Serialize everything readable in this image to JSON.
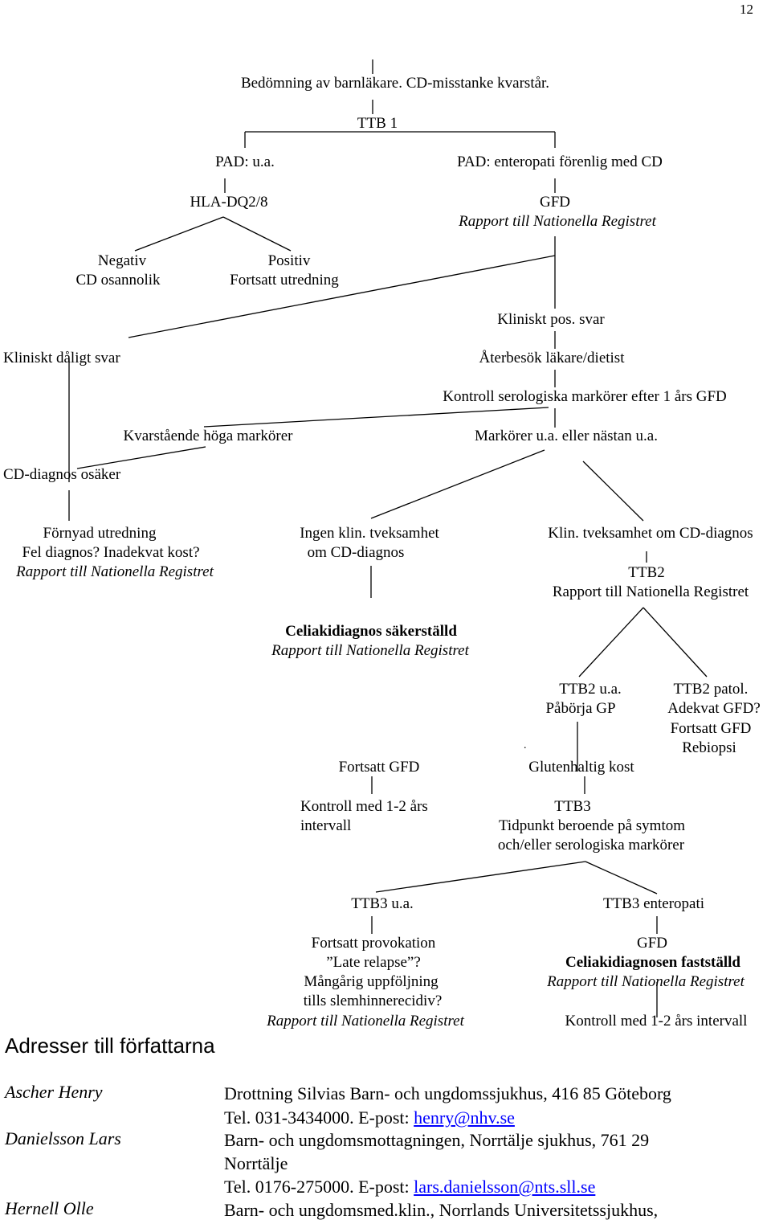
{
  "page_number": "12",
  "flow": {
    "bedomning": "Bedömning av barnläkare. CD-misstanke kvarstår.",
    "ttb1": "TTB 1",
    "pad_ua": "PAD: u.a.",
    "pad_enteropati": "PAD: enteropati förenlig med CD",
    "hla": "HLA-DQ2/8",
    "gfd1": "GFD",
    "rapport1": "Rapport till Nationella Registret",
    "negativ": "Negativ",
    "cd_osannolik": "CD osannolik",
    "positiv": "Positiv",
    "fortsatt_utredning": "Fortsatt utredning",
    "kliniskt_pos": "Kliniskt pos. svar",
    "kliniskt_daligt": "Kliniskt dåligt svar",
    "aterbesok": "Återbesök läkare/dietist",
    "kontroll_serologiska": "Kontroll serologiska markörer efter 1 års GFD",
    "kvarstaende": "Kvarstående höga markörer",
    "markorer_ua": "Markörer u.a. eller nästan u.a.",
    "cd_osaker": "CD-diagnos osäker",
    "fornyad": "Förnyad utredning",
    "fel_diagnos": "Fel diagnos? Inadekvat kost?",
    "rapport2": "Rapport till Nationella Registret",
    "ingen_klin": "Ingen klin. tveksamhet",
    "om_cd": "om CD-diagnos",
    "klin_tveksamhet": "Klin. tveksamhet om  CD-diagnos",
    "ttb2": "TTB2",
    "rapport3": "Rapport till Nationella Registret",
    "celiaki_sakerstalld": "Celiakidiagnos säkerställd",
    "rapport4": "Rapport till Nationella Registret",
    "ttb2_ua": "TTB2 u.a.",
    "paborja_gp": "Påbörja GP",
    "ttb2_patol": "TTB2 patol.",
    "adekvat_gfd": "Adekvat GFD?",
    "fortsatt_gfd2": "Fortsatt GFD",
    "rebiopsi": "Rebiopsi",
    "dot": ".",
    "fortsatt_gfd": "Fortsatt GFD",
    "glutenhaltig": "Glutenhaltig kost",
    "kontroll_12": "Kontroll med 1-2 års",
    "intervall": "intervall",
    "ttb3": "TTB3",
    "tidpunkt": "Tidpunkt beroende på symtom",
    "och_eller": "och/eller serologiska markörer",
    "ttb3_ua": "TTB3 u.a.",
    "ttb3_enteropati": "TTB3 enteropati",
    "fortsatt_provokation": "Fortsatt provokation",
    "late_relapse": "”Late relapse”?",
    "mangarig": "Mångårig uppföljning",
    "tills": "tills slemhinnerecidiv?",
    "rapport5": "Rapport till Nationella Registret",
    "gfd3": "GFD",
    "celiaki_faststalld": "Celiakidiagnosen fastställd",
    "rapport6": "Rapport till Nationella Registret",
    "kontroll_final": "Kontroll med 1-2 års intervall"
  },
  "authors_heading": "Adresser till författarna",
  "authors": [
    {
      "name": "Ascher Henry",
      "line1": "Drottning Silvias Barn- och ungdomssjukhus, 416 85 Göteborg",
      "tel": "Tel. 031-3434000. E-post: ",
      "email": "henry@nhv.se"
    },
    {
      "name": "Danielsson Lars",
      "line1": "Barn- och ungdomsmottagningen, Norrtälje sjukhus, 761 29",
      "line2": "Norrtälje",
      "tel": "Tel. 0176-275000. E-post: ",
      "email": "lars.danielsson@nts.sll.se"
    },
    {
      "name": "Hernell Olle",
      "line1": "Barn- och ungdomsmed.klin., Norrlands Universitetssjukhus,"
    }
  ]
}
